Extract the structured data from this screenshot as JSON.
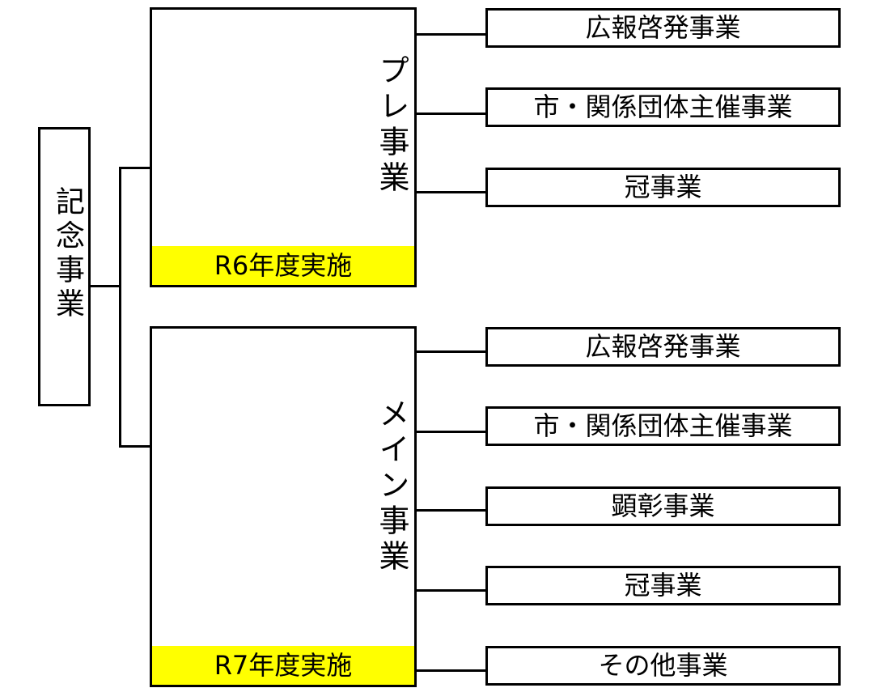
{
  "root": {
    "label": "記念事業"
  },
  "groups": [
    {
      "label": "プレ事業",
      "period": "R6年度実施",
      "children": [
        "広報啓発事業",
        "市・関係団体主催事業",
        "冠事業"
      ]
    },
    {
      "label": "メイン事業",
      "period": "R7年度実施",
      "children": [
        "広報啓発事業",
        "市・関係団体主催事業",
        "顕彰事業",
        "冠事業",
        "その他事業"
      ]
    }
  ],
  "colors": {
    "highlight": "#ffff00"
  }
}
